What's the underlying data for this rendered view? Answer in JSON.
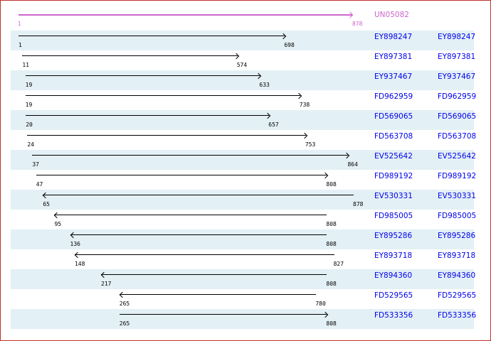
{
  "reference": {
    "id": "UN05082",
    "start": 1,
    "end": 878,
    "color": "#cc66cc"
  },
  "alignments": [
    {
      "start": 1,
      "end": 698,
      "strand": "+",
      "link1": "EY898247",
      "link2": "EY898247"
    },
    {
      "start": 11,
      "end": 574,
      "strand": "+",
      "link1": "EY897381",
      "link2": "EY897381"
    },
    {
      "start": 19,
      "end": 633,
      "strand": "+",
      "link1": "EY937467",
      "link2": "EY937467"
    },
    {
      "start": 19,
      "end": 738,
      "strand": "+",
      "link1": "FD962959",
      "link2": "FD962959"
    },
    {
      "start": 20,
      "end": 657,
      "strand": "+",
      "link1": "FD569065",
      "link2": "FD569065"
    },
    {
      "start": 24,
      "end": 753,
      "strand": "+",
      "link1": "FD563708",
      "link2": "FD563708"
    },
    {
      "start": 37,
      "end": 864,
      "strand": "+",
      "link1": "EV525642",
      "link2": "EV525642"
    },
    {
      "start": 47,
      "end": 808,
      "strand": "+",
      "link1": "FD989192",
      "link2": "FD989192"
    },
    {
      "start": 65,
      "end": 878,
      "strand": "-",
      "link1": "EV530331",
      "link2": "EV530331"
    },
    {
      "start": 95,
      "end": 808,
      "strand": "-",
      "link1": "FD985005",
      "link2": "FD985005"
    },
    {
      "start": 136,
      "end": 808,
      "strand": "-",
      "link1": "EY895286",
      "link2": "EY895286"
    },
    {
      "start": 148,
      "end": 827,
      "strand": "-",
      "link1": "EY893718",
      "link2": "EY893718"
    },
    {
      "start": 217,
      "end": 808,
      "strand": "-",
      "link1": "EY894360",
      "link2": "EY894360"
    },
    {
      "start": 265,
      "end": 780,
      "strand": "-",
      "link1": "FD529565",
      "link2": "FD529565"
    },
    {
      "start": 265,
      "end": 808,
      "strand": "+",
      "link1": "FD533356",
      "link2": "FD533356"
    }
  ]
}
